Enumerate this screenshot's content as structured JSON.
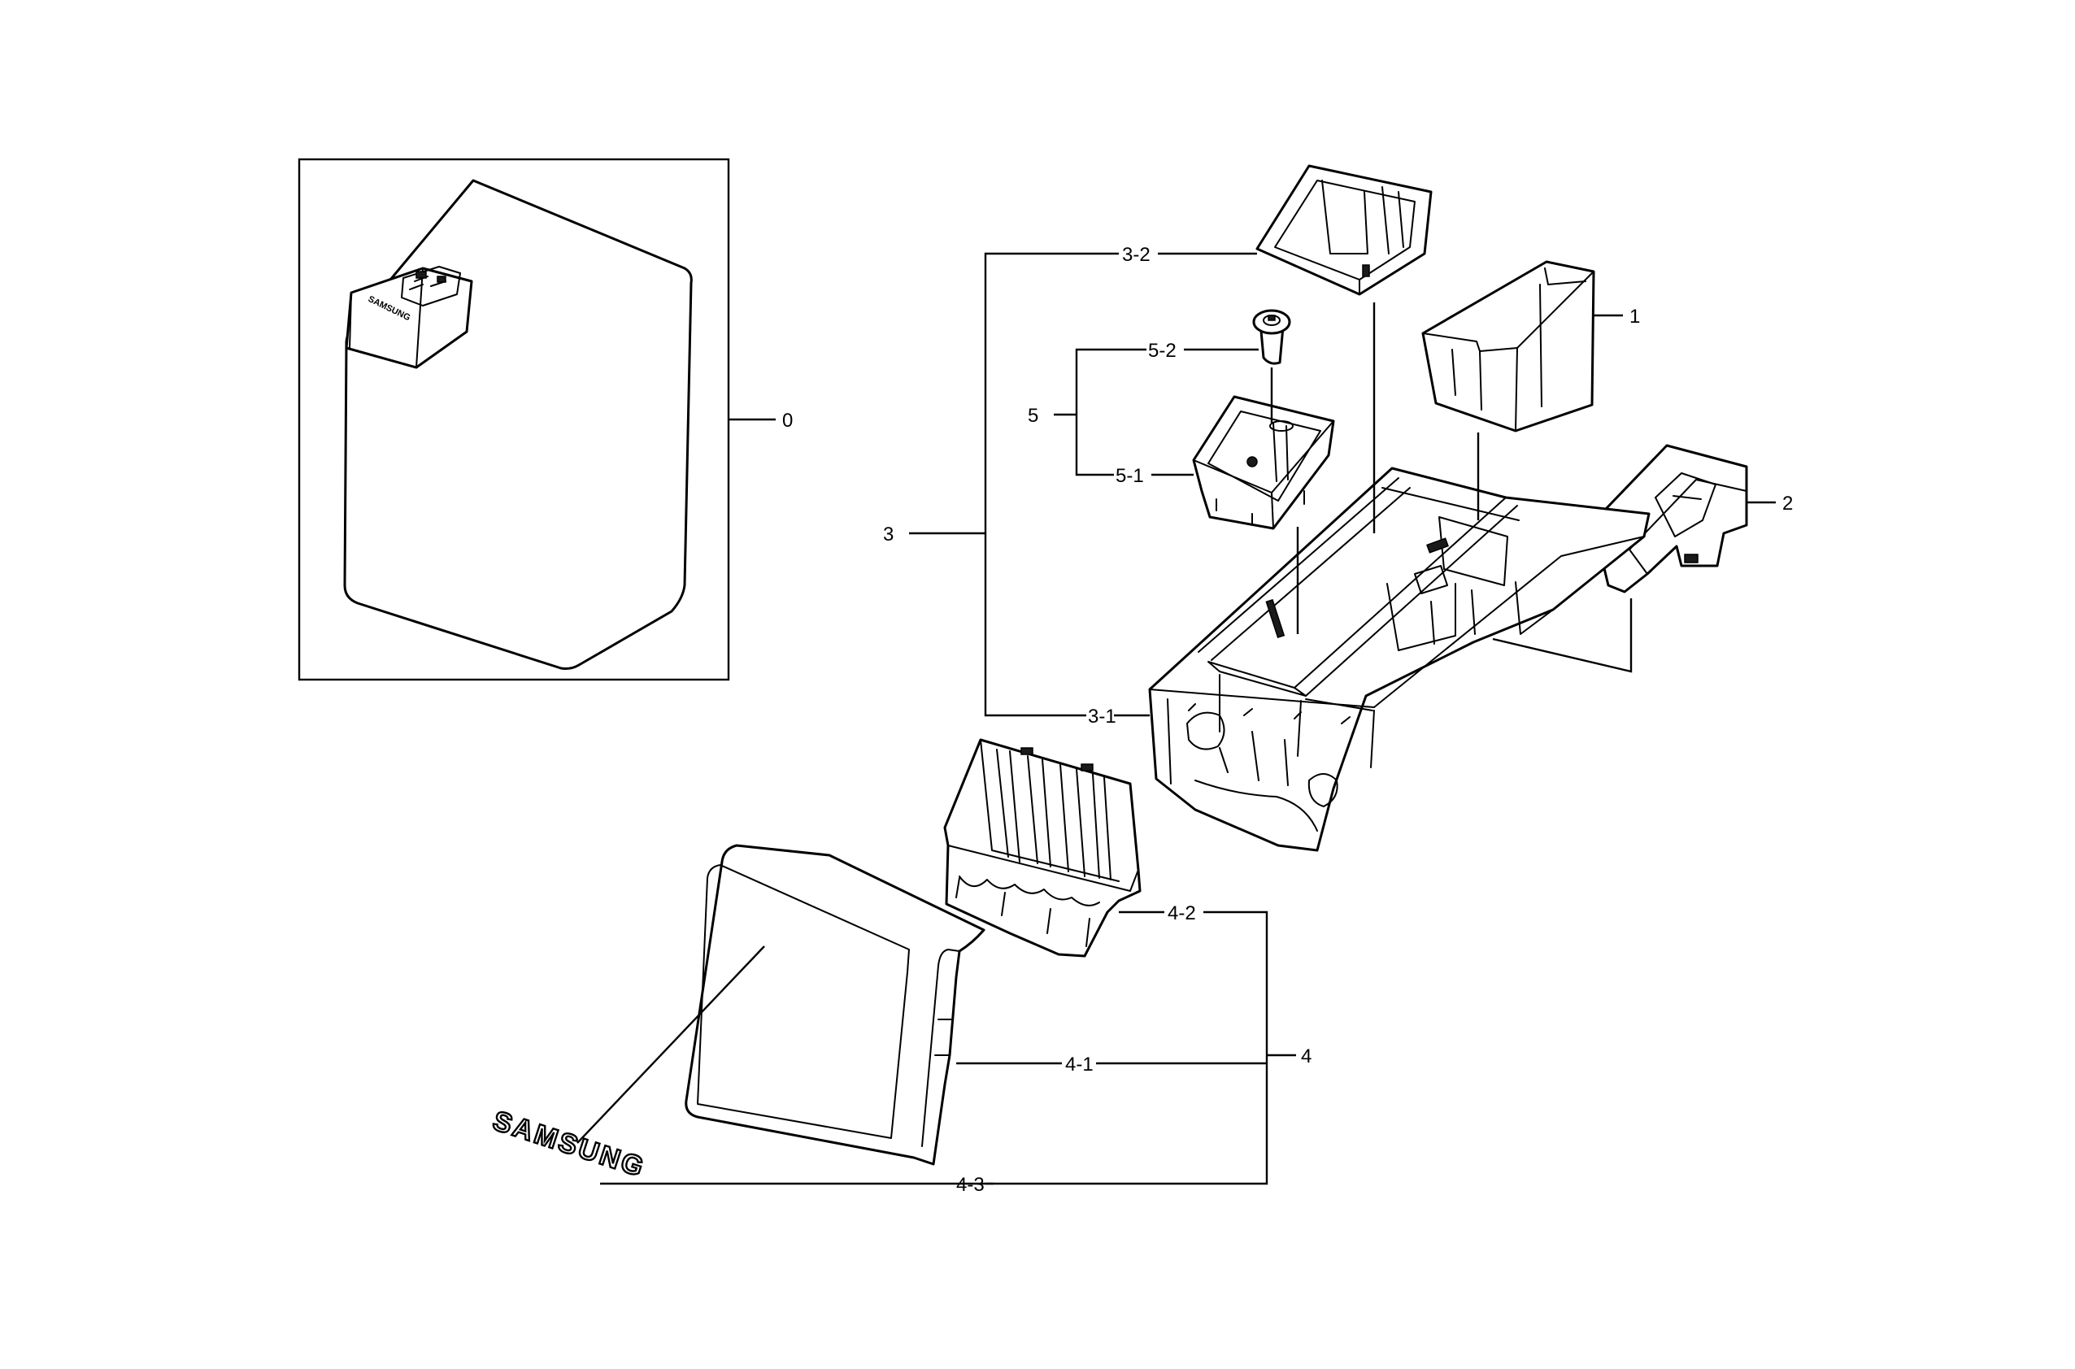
{
  "diagram": {
    "labels": {
      "l0": "0",
      "l1": "1",
      "l2": "2",
      "l3": "3",
      "l3_1": "3-1",
      "l3_2": "3-2",
      "l4": "4",
      "l4_1": "4-1",
      "l4_2": "4-2",
      "l4_3": "4-3",
      "l5": "5",
      "l5_1": "5-1",
      "l5_2": "5-2"
    },
    "brand_emblem": "SAMSUNG",
    "inset_handle_marking": "SAMSUNG"
  }
}
